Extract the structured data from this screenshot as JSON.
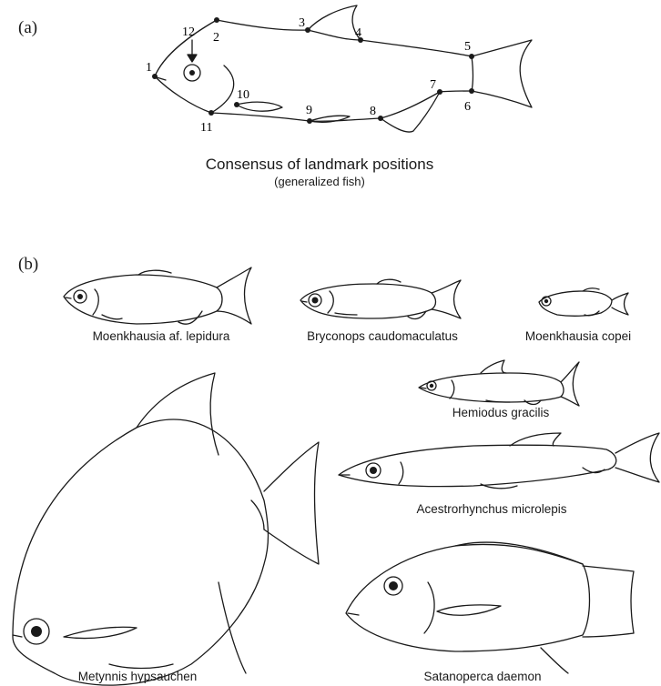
{
  "panel_a": {
    "label": "(a)",
    "caption": "Consensus of landmark positions",
    "subcaption": "(generalized fish)",
    "landmarks": [
      {
        "n": "1"
      },
      {
        "n": "2"
      },
      {
        "n": "3"
      },
      {
        "n": "4"
      },
      {
        "n": "5"
      },
      {
        "n": "6"
      },
      {
        "n": "7"
      },
      {
        "n": "8"
      },
      {
        "n": "9"
      },
      {
        "n": "10"
      },
      {
        "n": "11"
      },
      {
        "n": "12"
      }
    ]
  },
  "panel_b": {
    "label": "(b)",
    "species": [
      "Moenkhausia af. lepidura",
      "Bryconops caudomaculatus",
      "Moenkhausia copei",
      "Hemiodus gracilis",
      "Acestrorhynchus microlepis",
      "Metynnis hypsauchen",
      "Satanoperca daemon"
    ]
  }
}
